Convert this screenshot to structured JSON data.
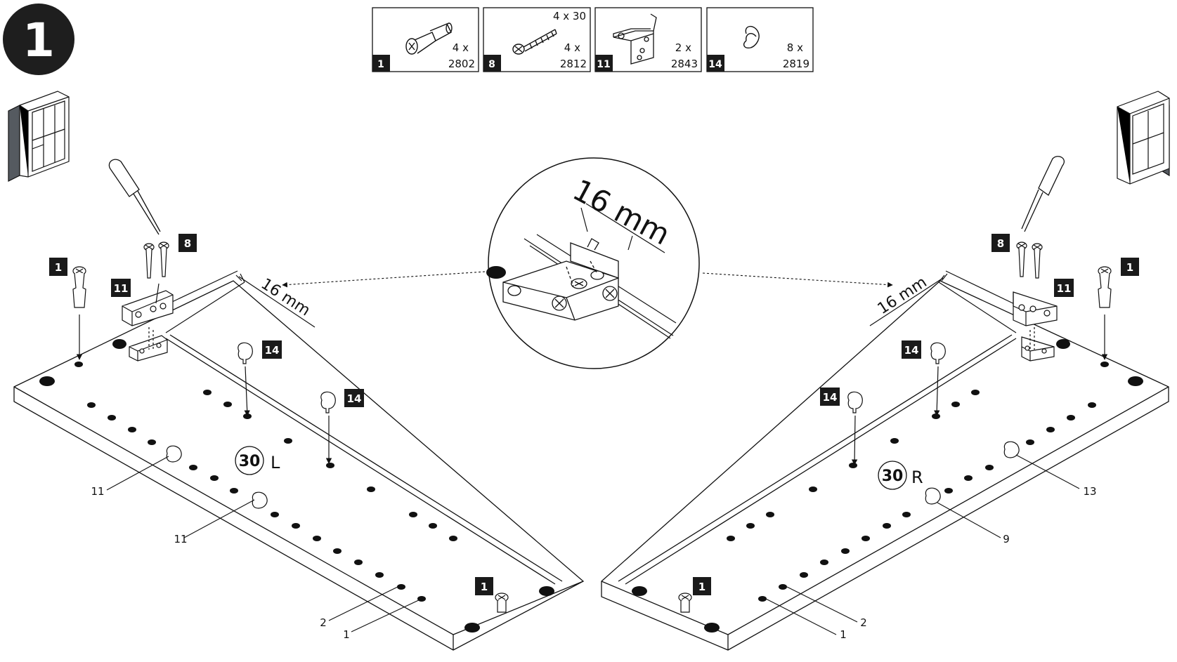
{
  "step": {
    "number": "1"
  },
  "parts_table": [
    {
      "badge": "1",
      "qty": "4 x",
      "code": "2802",
      "dim": ""
    },
    {
      "badge": "8",
      "qty": "4 x",
      "code": "2812",
      "dim": "4 x 30"
    },
    {
      "badge": "11",
      "qty": "2 x",
      "code": "2843",
      "dim": ""
    },
    {
      "badge": "14",
      "qty": "8 x",
      "code": "2819",
      "dim": ""
    }
  ],
  "dimension": {
    "zoom": "16 mm",
    "left": "16 mm",
    "right": "16 mm"
  },
  "panels": {
    "left": {
      "number": "30",
      "side": "L"
    },
    "right": {
      "number": "30",
      "side": "R"
    }
  },
  "callouts": {
    "left_badges": [
      "1",
      "8",
      "11",
      "14",
      "14",
      "1"
    ],
    "right_badges": [
      "8",
      "1",
      "11",
      "14",
      "14",
      "1"
    ],
    "left_holes": [
      "11",
      "11",
      "2",
      "1"
    ],
    "right_holes": [
      "13",
      "9",
      "2",
      "1"
    ]
  },
  "colors": {
    "ink": "#111111",
    "badge": "#1a1a1a",
    "panel_side": "#555a60"
  }
}
